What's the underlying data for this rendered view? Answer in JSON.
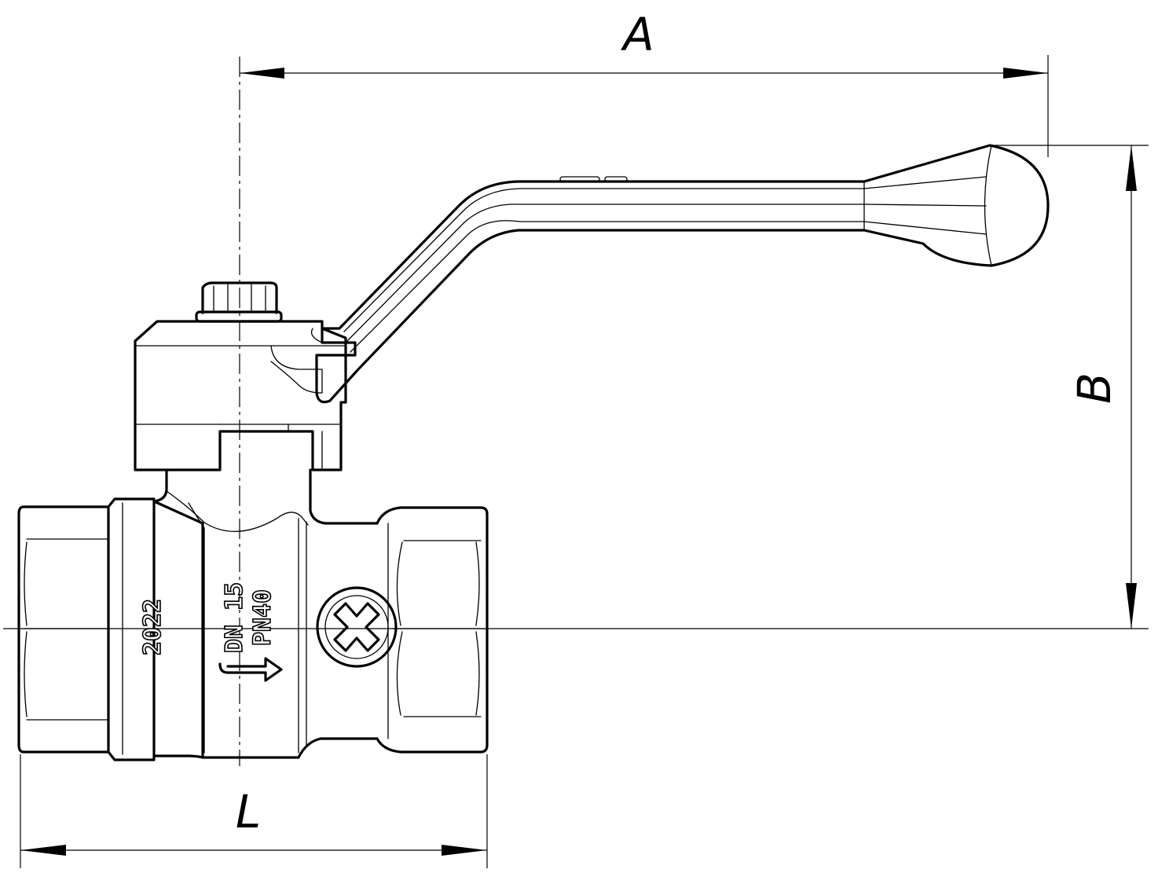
{
  "dimensions": {
    "a": "A",
    "b": "B",
    "l": "L"
  },
  "markings": {
    "year": "2022",
    "nominal_diameter": "DN 15",
    "nominal_pressure": "PN40"
  },
  "icons": {
    "flow_arrow": "flow-direction-arrow-icon",
    "screw": "cross-screw-icon"
  }
}
